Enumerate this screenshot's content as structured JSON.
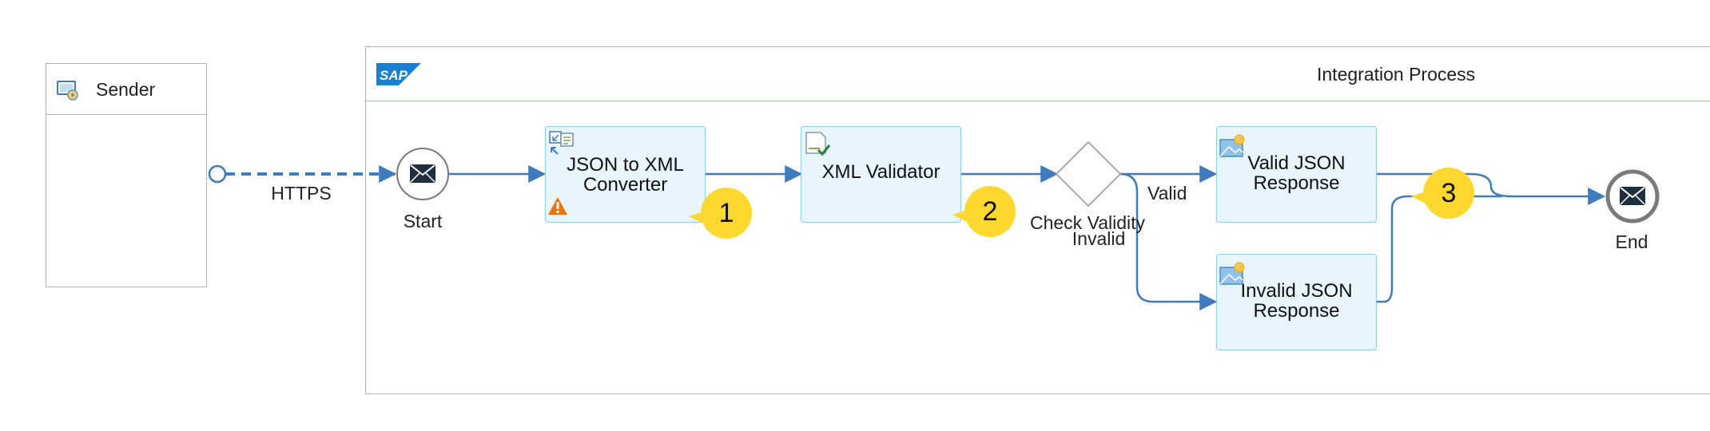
{
  "sender": {
    "title": "Sender",
    "icon": "sender-system-icon"
  },
  "process": {
    "title": "Integration Process",
    "logo": "SAP"
  },
  "connection": {
    "label": "HTTPS"
  },
  "events": {
    "start": "Start",
    "end": "End"
  },
  "steps": {
    "converter": "JSON to XML\nConverter",
    "validator": "XML Validator",
    "gateway": "Check Validity",
    "valid_response": "Valid JSON\nResponse",
    "invalid_response": "Invalid JSON\nResponse"
  },
  "routes": {
    "valid": "Valid",
    "invalid": "Invalid"
  },
  "badges": [
    "1",
    "2",
    "3"
  ],
  "colors": {
    "flow": "#3f7bbf",
    "task_fill": "#e8f5fc",
    "task_border": "#8fcdec",
    "badge": "#fed82f",
    "warning": "#e9730c"
  }
}
